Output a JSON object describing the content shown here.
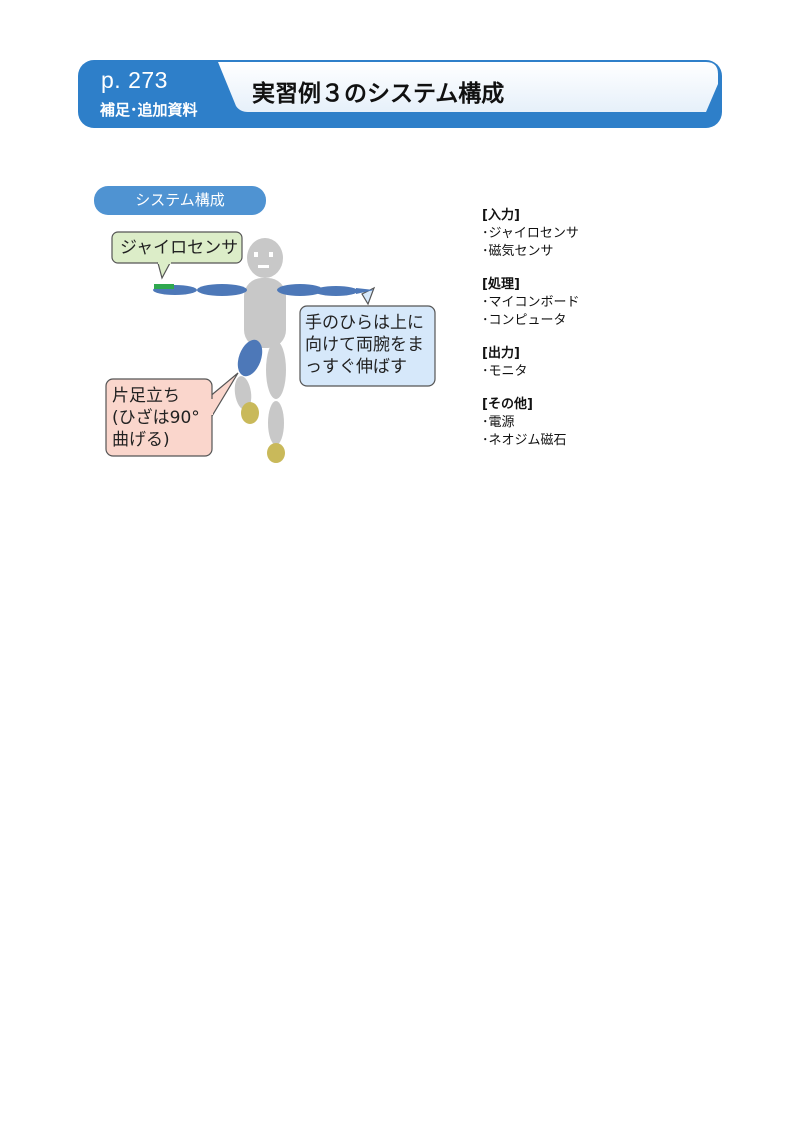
{
  "header": {
    "page_ref": "p. 273",
    "subtitle": "補足･追加資料",
    "title": "実習例３のシステム構成",
    "colors": {
      "primary": "#2e7fc9",
      "light": "#eaf3fb"
    }
  },
  "figure": {
    "label": "システム構成",
    "callouts": {
      "gyro": "ジャイロセンサ",
      "palm": "手のひらは上に\n向けて両腕をま\nっすぐ伸ばす",
      "leg": "片足立ち\n(ひざは90°\n曲げる)"
    },
    "colors": {
      "body": "#c8c8c8",
      "limb": "#4d78b8",
      "foot": "#c9b95a",
      "sensor": "#2fa84f"
    }
  },
  "groups": [
    {
      "heading": "[入力]",
      "items": [
        "･ジャイロセンサ",
        "･磁気センサ"
      ]
    },
    {
      "heading": "[処理]",
      "items": [
        "･マイコンボード",
        "･コンピュータ"
      ]
    },
    {
      "heading": "[出力]",
      "items": [
        "･モニタ"
      ]
    },
    {
      "heading": "[その他]",
      "items": [
        "･電源",
        "･ネオジム磁石"
      ]
    }
  ]
}
